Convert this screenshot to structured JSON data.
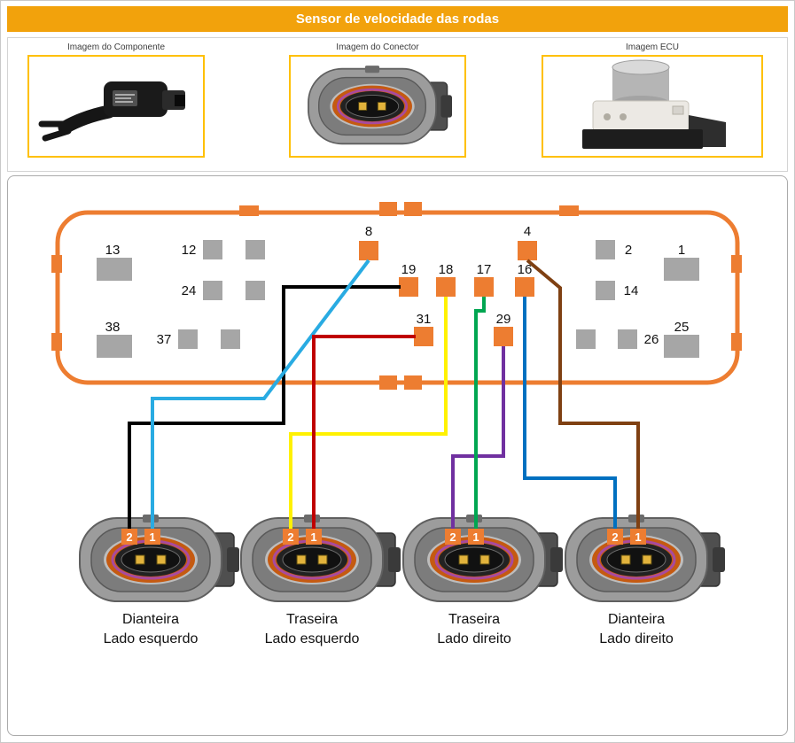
{
  "header": {
    "title": "Sensor de velocidade das rodas"
  },
  "panels": [
    {
      "caption": "Imagem do Componente",
      "image": "wheel-speed-sensor-photo"
    },
    {
      "caption": "Imagem do Conector",
      "image": "sensor-connector-photo"
    },
    {
      "caption": "Imagem ECU",
      "image": "abs-ecu-photo"
    }
  ],
  "ecu": {
    "pins_used": [
      "8",
      "4",
      "19",
      "18",
      "17",
      "16",
      "31",
      "29"
    ],
    "pins_unused": [
      "13",
      "12",
      "24",
      "38",
      "37",
      "2",
      "1",
      "14",
      "26",
      "25"
    ]
  },
  "wires": [
    {
      "color": "#000000",
      "name": "black",
      "from_ecu_pin": "19",
      "to_connector": "Dianteira Lado esquerdo",
      "to_pin": "2"
    },
    {
      "color": "#29ABE2",
      "name": "cyan",
      "from_ecu_pin": "8",
      "to_connector": "Dianteira Lado esquerdo",
      "to_pin": "1"
    },
    {
      "color": "#FFF100",
      "name": "yellow",
      "from_ecu_pin": "18",
      "to_connector": "Traseira Lado esquerdo",
      "to_pin": "2"
    },
    {
      "color": "#C00000",
      "name": "dark-red",
      "from_ecu_pin": "31",
      "to_connector": "Traseira Lado esquerdo",
      "to_pin": "1"
    },
    {
      "color": "#7030A0",
      "name": "purple",
      "from_ecu_pin": "29",
      "to_connector": "Traseira Lado direito",
      "to_pin": "2"
    },
    {
      "color": "#00A651",
      "name": "green",
      "from_ecu_pin": "17",
      "to_connector": "Traseira Lado direito",
      "to_pin": "1"
    },
    {
      "color": "#0070C0",
      "name": "blue",
      "from_ecu_pin": "16",
      "to_connector": "Dianteira Lado direito",
      "to_pin": "2"
    },
    {
      "color": "#7F4012",
      "name": "brown",
      "from_ecu_pin": "4",
      "to_connector": "Dianteira Lado direito",
      "to_pin": "1"
    }
  ],
  "sensor_connectors": [
    {
      "pin_left": "2",
      "pin_right": "1",
      "label_line1": "Dianteira",
      "label_line2": "Lado esquerdo"
    },
    {
      "pin_left": "2",
      "pin_right": "1",
      "label_line1": "Traseira",
      "label_line2": "Lado esquerdo"
    },
    {
      "pin_left": "2",
      "pin_right": "1",
      "label_line1": "Traseira",
      "label_line2": "Lado direito"
    },
    {
      "pin_left": "2",
      "pin_right": "1",
      "label_line1": "Dianteira",
      "label_line2": "Lado direito"
    }
  ],
  "colors": {
    "header_bg": "#F2A20C",
    "photo_frame_border": "#FFC000",
    "ecu_outline": "#ED7D31",
    "pin_used": "#ED7D31",
    "pin_unused": "#A6A6A6",
    "pin_label_bg": "#ED7D31",
    "seal_ring": "#C55A11"
  }
}
